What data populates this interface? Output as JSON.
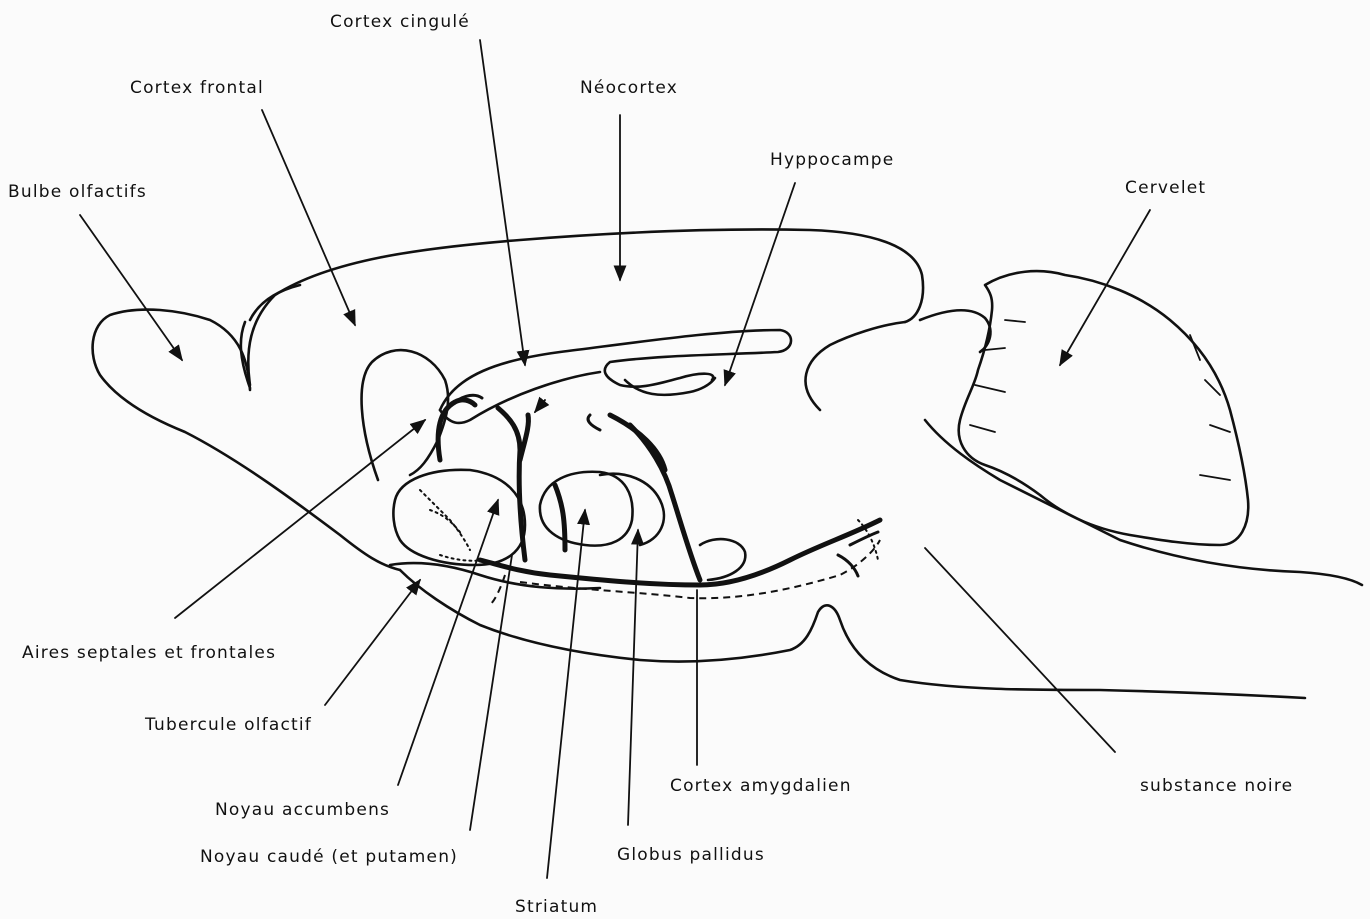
{
  "labels": {
    "cortex_cingule": "Cortex cingulé",
    "cortex_frontal": "Cortex frontal",
    "neocortex": "Néocortex",
    "hyppocampe": "Hyppocampe",
    "bulbe_olfactifs": "Bulbe olfactifs",
    "cervelet": "Cervelet",
    "aires_septales": "Aires septales et frontales",
    "tubercule_olfactif": "Tubercule olfactif",
    "noyau_accumbens": "Noyau accumbens",
    "noyau_caude": "Noyau caudé (et putamen)",
    "striatum": "Striatum",
    "globus_pallidus": "Globus pallidus",
    "cortex_amygdalien": "Cortex amygdalien",
    "substance_noire": "substance noire"
  }
}
